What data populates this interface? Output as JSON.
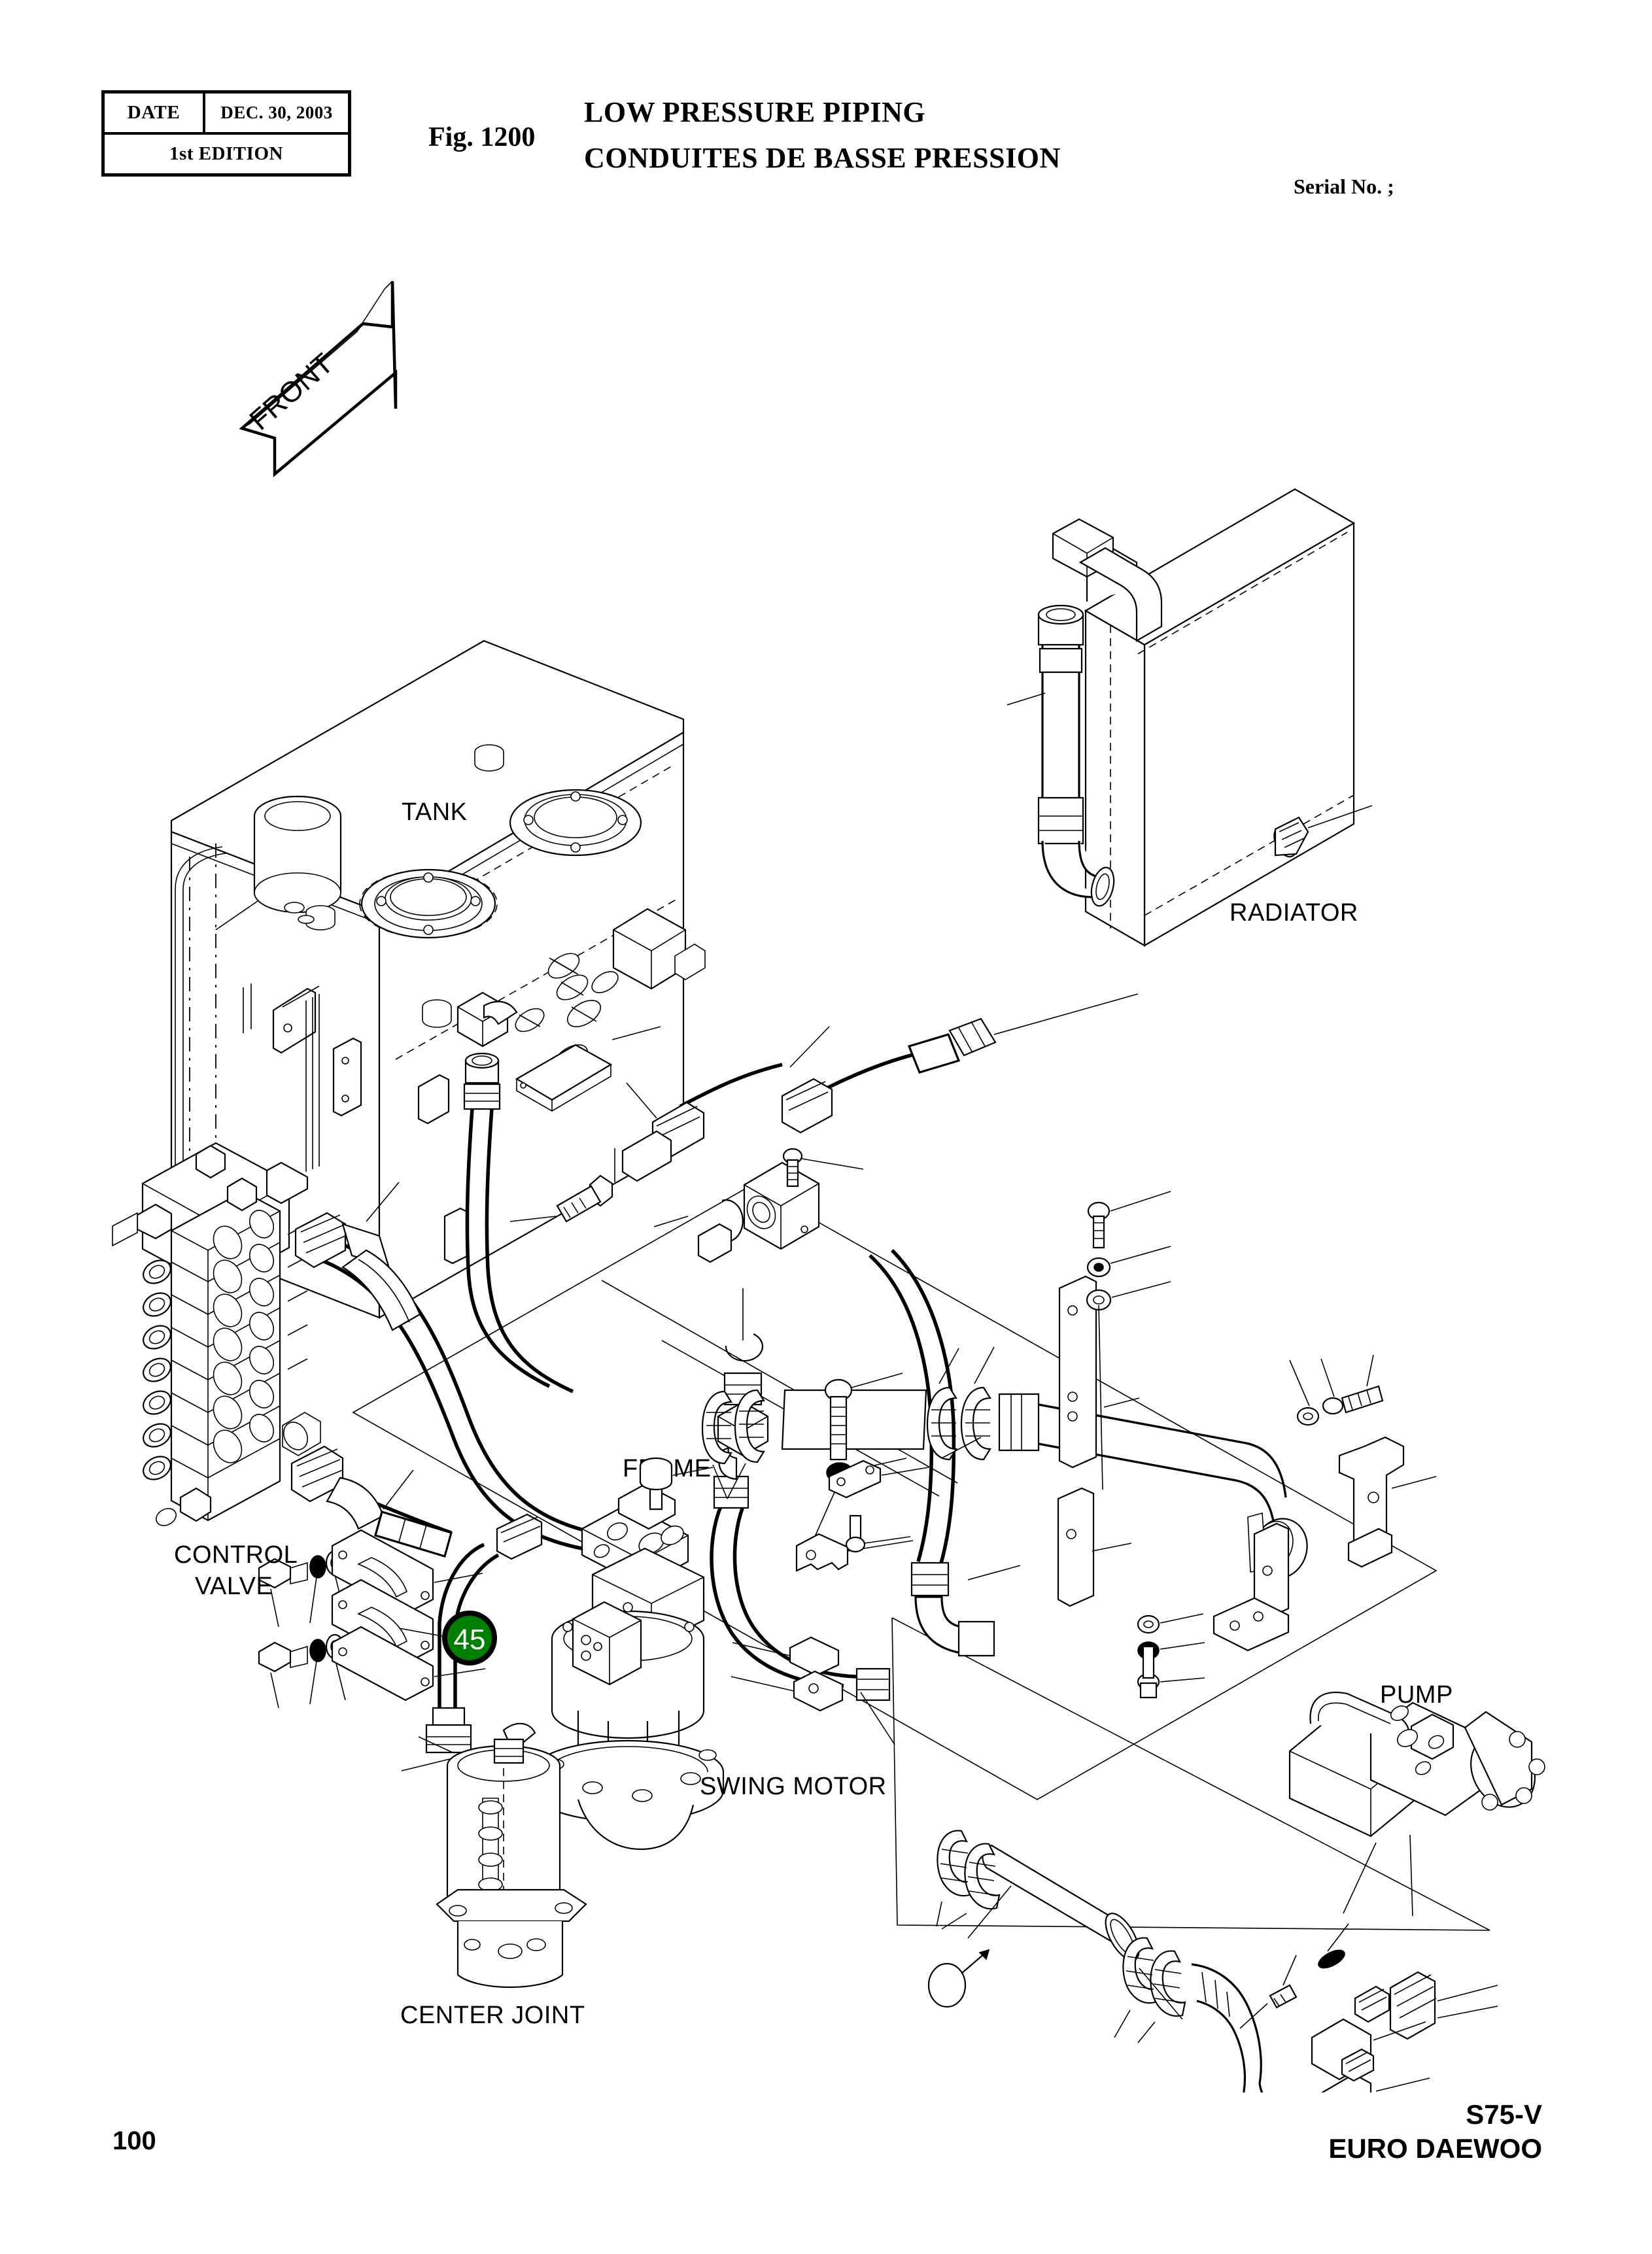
{
  "header": {
    "date_label": "DATE",
    "date_value": "DEC.  30, 2003",
    "edition": "1st EDITION",
    "figure_number": "Fig. 1200",
    "title_en": "LOW PRESSURE PIPING",
    "title_fr": "CONDUITES DE BASSE PRESSION",
    "serial_no": "Serial No. ;"
  },
  "footer": {
    "page_number": "100",
    "model_code": "S75-V",
    "brand": "EURO DAEWOO"
  },
  "diagram": {
    "orientation_arrow": "FRONT",
    "labels": {
      "tank": "TANK",
      "radiator": "RADIATOR",
      "control_valve_line1": "CONTROL",
      "control_valve_line2": "VALVE",
      "frame": "FRAME",
      "swing_motor": "SWING MOTOR",
      "center_joint": "CENTER JOINT",
      "pump": "PUMP"
    },
    "callouts": [
      {
        "number": "45",
        "fill_color": "#008000",
        "text_color": "#FFFFFF"
      }
    ]
  }
}
